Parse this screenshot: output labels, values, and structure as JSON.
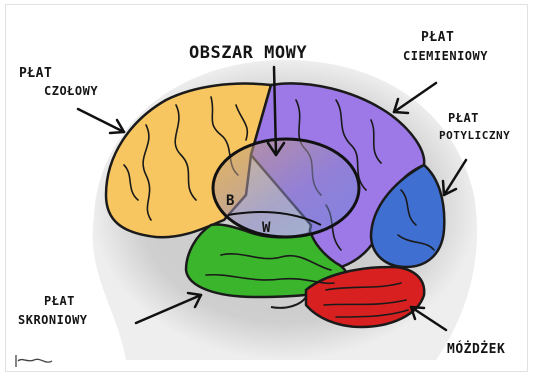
{
  "labels": {
    "frontal_line1": "PŁAT",
    "frontal_line2": "CZOŁOWY",
    "speech_area": "OBSZAR MOWY",
    "parietal_line1": "PŁAT",
    "parietal_line2": "CIEMIENIOWY",
    "occipital_line1": "PŁAT",
    "occipital_line2": "POTYLICZNY",
    "temporal_line1": "PŁAT",
    "temporal_line2": "SKRONIOWY",
    "cerebellum": "MÓŻDŻEK",
    "broca_marker": "B",
    "wernicke_marker": "W"
  },
  "colors": {
    "frontal": "#f7c660",
    "parietal": "#9c79e6",
    "occipital": "#3f6fd0",
    "temporal": "#3bb52c",
    "cerebellum": "#d82020",
    "head_shadow": "#c8c8c8",
    "speech_area_text_left": "#1a1a1a",
    "speech_area_text_right": "#2e9f22"
  }
}
